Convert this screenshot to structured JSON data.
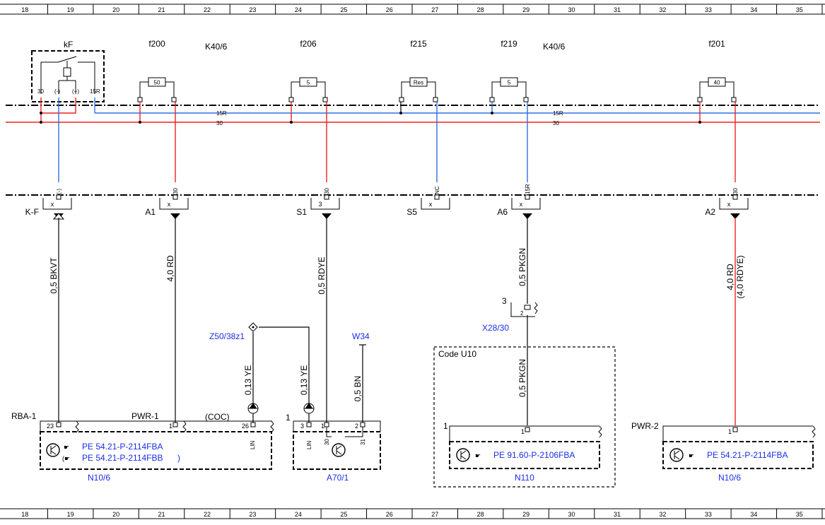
{
  "grid": {
    "columns": [
      "18",
      "19",
      "20",
      "21",
      "22",
      "23",
      "24",
      "25",
      "26",
      "27",
      "28",
      "29",
      "30",
      "31",
      "32",
      "33",
      "34",
      "35"
    ]
  },
  "fuse_block": {
    "label": "K40/6",
    "relay": {
      "label": "kF",
      "pins": [
        "30",
        "(-)",
        "(+)",
        "15R"
      ]
    },
    "fuses": [
      {
        "label": "f200",
        "rating": "50"
      },
      {
        "label": "f206",
        "rating": "5"
      },
      {
        "label": "f215",
        "rating": "Res"
      },
      {
        "label": "f219",
        "rating": "5"
      },
      {
        "label": "f201",
        "rating": "40"
      }
    ],
    "bus_labels": [
      "15R",
      "30",
      "15R",
      "30"
    ]
  },
  "connectors": [
    {
      "label": "K-F",
      "pin": "(-)",
      "code": "x"
    },
    {
      "label": "A1",
      "pin": "30",
      "code": "x"
    },
    {
      "label": "S1",
      "pin": "30",
      "code": "3"
    },
    {
      "label": "S5",
      "pin": "NC",
      "code": "x"
    },
    {
      "label": "A6",
      "pin": "15R",
      "code": "x"
    },
    {
      "label": "A2",
      "pin": "30",
      "code": "x"
    }
  ],
  "wires": [
    {
      "label": "0,5 BKVT"
    },
    {
      "label": "4,0 RD"
    },
    {
      "label": "0,5 RDYE"
    },
    {
      "label": "0,5 PKGN"
    },
    {
      "label": "4,0 RD",
      "alt": "(4,0 RDYE)"
    },
    {
      "label": "0,13 YE"
    },
    {
      "label": "0,13 YE"
    },
    {
      "label": "0,5 BN"
    },
    {
      "label": "0,5 PKGN"
    }
  ],
  "references": {
    "z50": "Z50/38z1",
    "w34": "W34",
    "x28": "X28/30",
    "x28_pin": "3",
    "x28_sub": "2",
    "code_box": "Code U10",
    "coc": "(COC)"
  },
  "modules": [
    {
      "name": "N10/6",
      "pins": [
        {
          "label": "RBA-1",
          "number": "23"
        },
        {
          "label": "PWR-1",
          "number": "1"
        },
        {
          "label": "",
          "number": "26",
          "signal": "LIN"
        }
      ],
      "refs": [
        "PE 54.21-P-2114FBA",
        "(",
        "PE 54.21-P-2114FBB",
        ")"
      ]
    },
    {
      "name": "A70/1",
      "index": "1",
      "pins": [
        {
          "number": "3",
          "signal": "LIN"
        },
        {
          "number": "1",
          "signal": "30"
        },
        {
          "number": "2",
          "signal": "31"
        }
      ]
    },
    {
      "name": "N110",
      "index": "1",
      "pins": [
        {
          "number": "1"
        }
      ],
      "refs": [
        "PE 91.60-P-2106FBA"
      ]
    },
    {
      "name": "N10/6",
      "pins": [
        {
          "label": "PWR-2",
          "number": "1"
        }
      ],
      "refs": [
        "PE 54.21-P-2114FBA"
      ]
    }
  ],
  "colors": {
    "wire_30": "#ee2222",
    "wire_15r": "#2f6fe0",
    "reference_text": "#1a2ee8"
  }
}
